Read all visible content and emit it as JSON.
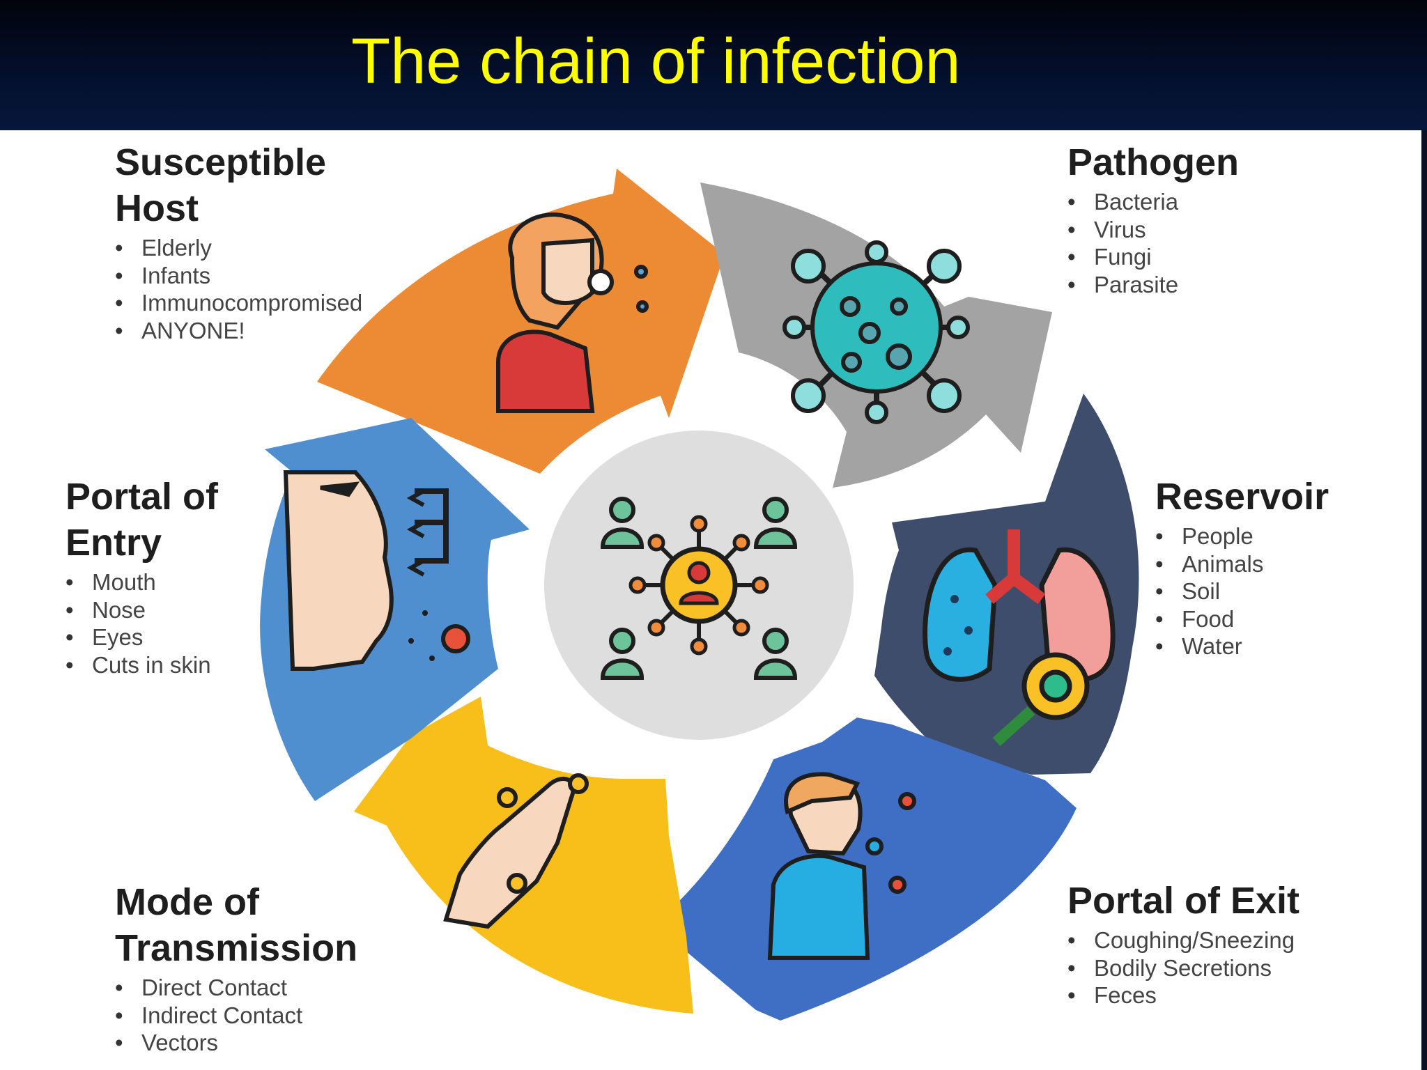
{
  "title": "The chain of infection",
  "colors": {
    "title": "#ffff00",
    "susceptible_host": "#ed8a34",
    "pathogen": "#a3a3a3",
    "reservoir": "#3d4d6b",
    "portal_of_exit": "#3f6fc4",
    "mode_of_transmission": "#f8be1a",
    "portal_of_entry": "#4f8fd0"
  },
  "center": {
    "icon": "network-people-icon"
  },
  "segments": {
    "susceptible_host": {
      "title_line1": "Susceptible",
      "title_line2": "Host",
      "items": [
        "Elderly",
        "Infants",
        "Immunocompromised",
        "ANYONE!"
      ],
      "icon": "sneezing-woman-icon"
    },
    "pathogen": {
      "title_line1": "Pathogen",
      "items": [
        "Bacteria",
        "Virus",
        "Fungi",
        "Parasite"
      ],
      "icon": "virus-icon"
    },
    "reservoir": {
      "title_line1": "Reservoir",
      "items": [
        "People",
        "Animals",
        "Soil",
        "Food",
        "Water"
      ],
      "icon": "lungs-magnifier-icon"
    },
    "portal_of_exit": {
      "title_line1": "Portal of Exit",
      "items": [
        "Coughing/Sneezing",
        "Bodily Secretions",
        "Feces"
      ],
      "icon": "coughing-man-icon"
    },
    "mode_of_transmission": {
      "title_line1": "Mode of",
      "title_line2": "Transmission",
      "items": [
        "Direct Contact",
        "Indirect  Contact",
        "Vectors"
      ],
      "icon": "germy-hands-icon"
    },
    "portal_of_entry": {
      "title_line1": "Portal of",
      "title_line2": "Entry",
      "items": [
        "Mouth",
        "Nose",
        "Eyes",
        "Cuts in skin"
      ],
      "icon": "face-inhale-icon"
    }
  }
}
